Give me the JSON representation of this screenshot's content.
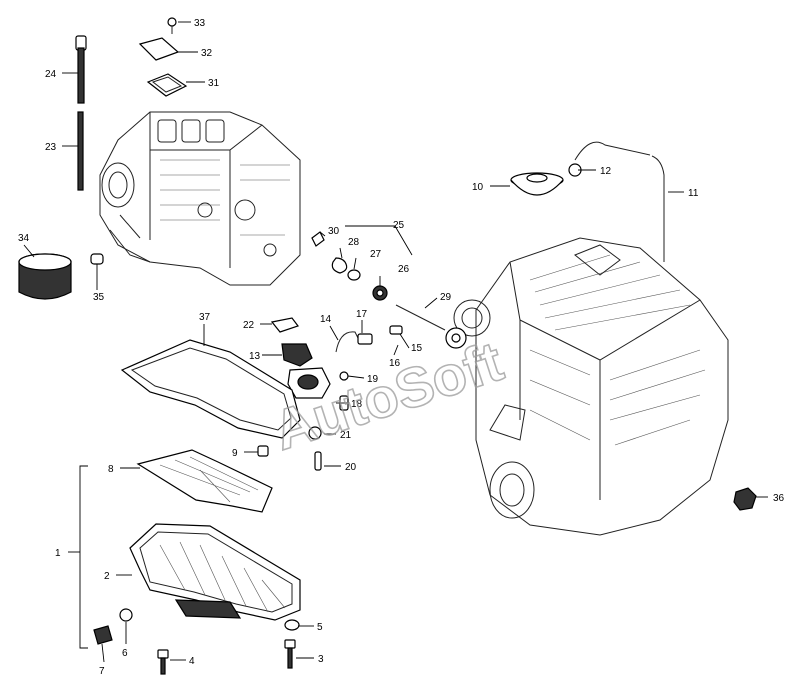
{
  "diagram": {
    "watermark": "AutoSoft",
    "callouts": [
      {
        "id": "1",
        "label": "1"
      },
      {
        "id": "2",
        "label": "2"
      },
      {
        "id": "3",
        "label": "3"
      },
      {
        "id": "4",
        "label": "4"
      },
      {
        "id": "5",
        "label": "5"
      },
      {
        "id": "6",
        "label": "6"
      },
      {
        "id": "7",
        "label": "7"
      },
      {
        "id": "8",
        "label": "8"
      },
      {
        "id": "9",
        "label": "9"
      },
      {
        "id": "10",
        "label": "10"
      },
      {
        "id": "11",
        "label": "11"
      },
      {
        "id": "12",
        "label": "12"
      },
      {
        "id": "13",
        "label": "13"
      },
      {
        "id": "14",
        "label": "14"
      },
      {
        "id": "15",
        "label": "15"
      },
      {
        "id": "16",
        "label": "16"
      },
      {
        "id": "17",
        "label": "17"
      },
      {
        "id": "18",
        "label": "18"
      },
      {
        "id": "19",
        "label": "19"
      },
      {
        "id": "20",
        "label": "20"
      },
      {
        "id": "21",
        "label": "21"
      },
      {
        "id": "22",
        "label": "22"
      },
      {
        "id": "23",
        "label": "23"
      },
      {
        "id": "24",
        "label": "24"
      },
      {
        "id": "25",
        "label": "25"
      },
      {
        "id": "26",
        "label": "26"
      },
      {
        "id": "27",
        "label": "27"
      },
      {
        "id": "28",
        "label": "28"
      },
      {
        "id": "29",
        "label": "29"
      },
      {
        "id": "30",
        "label": "30"
      },
      {
        "id": "31",
        "label": "31"
      },
      {
        "id": "32",
        "label": "32"
      },
      {
        "id": "33",
        "label": "33"
      },
      {
        "id": "34",
        "label": "34"
      },
      {
        "id": "35",
        "label": "35"
      },
      {
        "id": "36",
        "label": "36"
      },
      {
        "id": "37",
        "label": "37"
      }
    ]
  }
}
